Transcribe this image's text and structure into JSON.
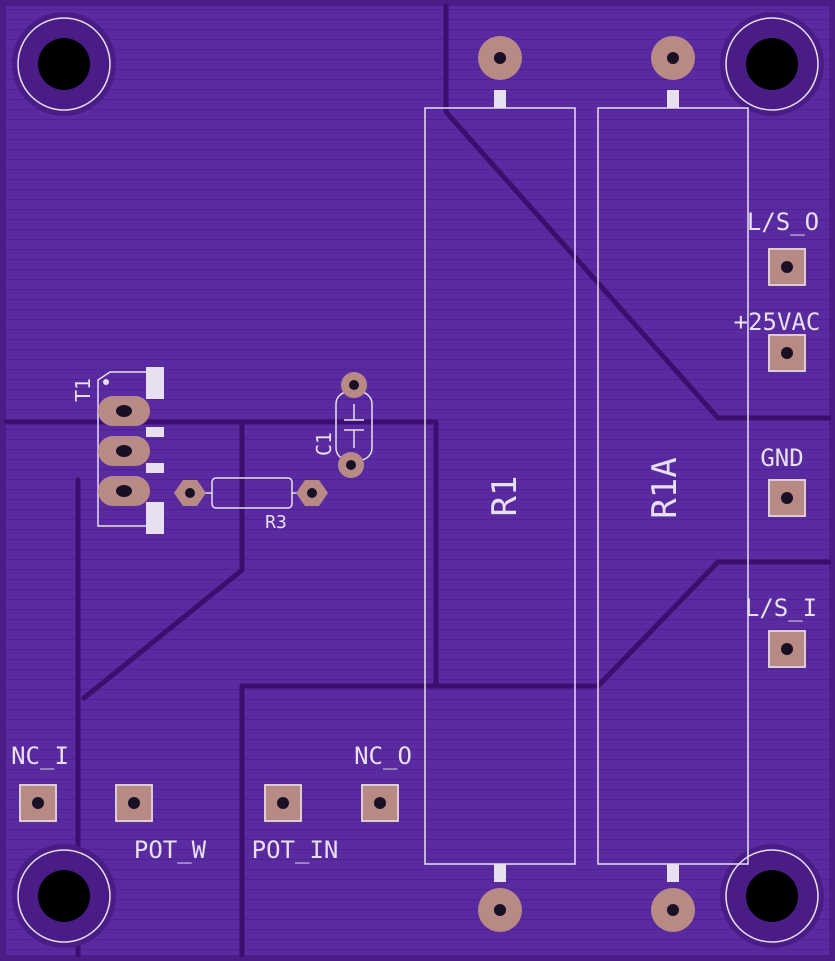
{
  "board": {
    "colors": {
      "copper": "#5a2aa0",
      "trace": "#3c0f6e",
      "silkscreen": "#e8e0f0",
      "pad": "#b88a86",
      "drill": "#1a1026",
      "mounting_hole": "#000000"
    }
  },
  "components": {
    "t1": "T1",
    "c1": "C1",
    "r3": "R3",
    "r1": "R1",
    "r1a": "R1A"
  },
  "connectors": {
    "ls_out": "L/S_O",
    "vac": "+25VAC",
    "gnd": "GND",
    "ls_in": "L/S_I",
    "nc_in": "NC_I",
    "pot_w": "POT_W",
    "pot_in": "POT_IN",
    "nc_out": "NC_O"
  }
}
